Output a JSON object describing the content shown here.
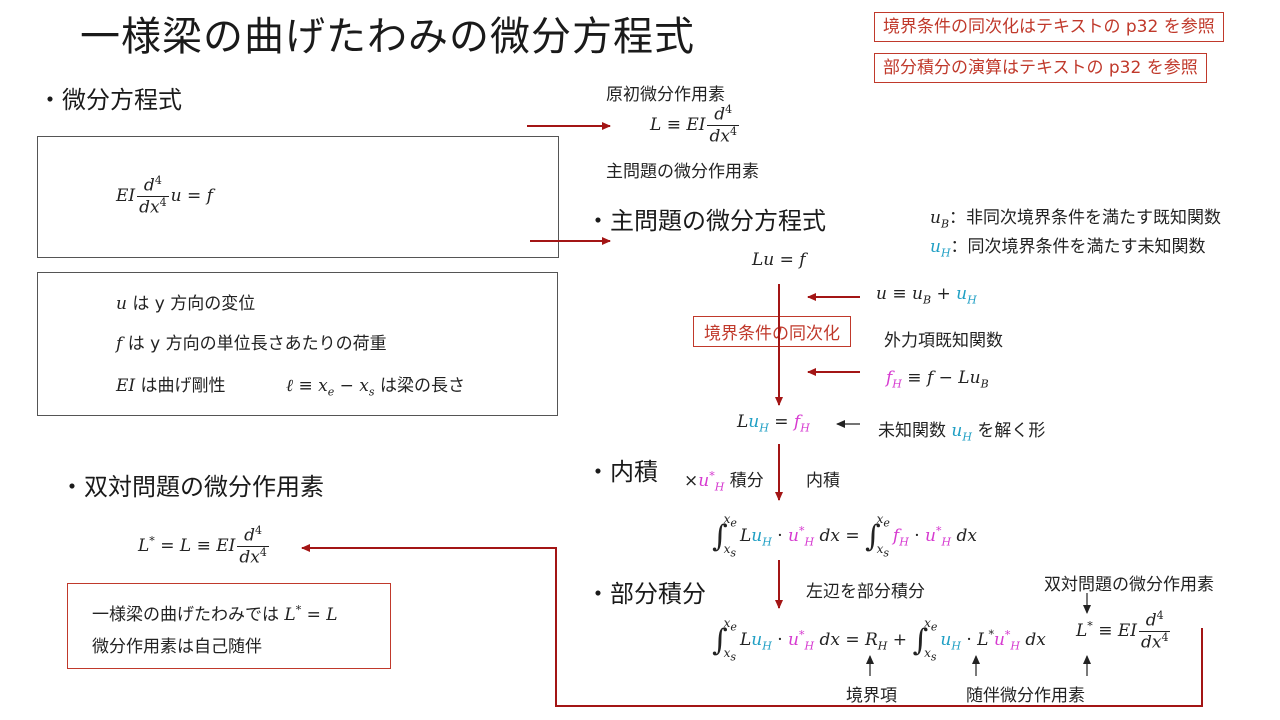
{
  "title": "一様梁の曲げたわみの微分方程式",
  "notes": [
    "境界条件の同次化はテキストの p32 を参照",
    "部分積分の演算はテキストの p32 を参照"
  ],
  "sections": {
    "diffeq": "・微分方程式",
    "main_problem": "・主問題の微分方程式",
    "inner": "・内積",
    "by_parts": "・部分積分",
    "adjoint": "・双対問題の微分作用素"
  },
  "labels": {
    "primitive_op": "原初微分作用素",
    "main_op": "主問題の微分作用素",
    "uB_desc": "：非同次境界条件を満たす既知関数",
    "uH_desc": "：同次境界条件を満たす未知関数",
    "homogenize": "境界条件の同次化",
    "external_known": "外力項既知関数",
    "unknown_pre": "未知関数",
    "unknown_post": "を解く形",
    "times_integrate": "積分",
    "inner_product": "内積",
    "left_by_parts": "左辺を部分積分",
    "adjoint_op": "双対問題の微分作用素",
    "boundary_term": "境界項",
    "adjoint_diff_op": "随伴微分作用素"
  },
  "definitions": {
    "u": "は y 方向の変位",
    "f": "は y 方向の単位長さあたりの荷重",
    "EI": "は曲げ剛性",
    "ell": "は梁の長さ"
  },
  "note_box": {
    "line1": "一様梁の曲げたわみでは",
    "line2": "微分作用素は自己随伴"
  },
  "colors": {
    "red": "#c0392b",
    "cyan": "#1f9fc4",
    "magenta": "#d63ad0",
    "dark_red": "#a31515"
  }
}
